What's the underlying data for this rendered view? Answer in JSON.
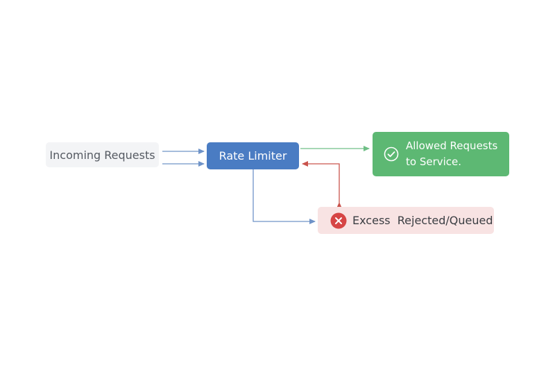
{
  "diagram": {
    "nodes": {
      "incoming": {
        "label": "Incoming Requests"
      },
      "limiter": {
        "label": "Rate Limiter"
      },
      "allowed": {
        "label": "Allowed Requests\nto Service.",
        "icon": "check-circle-icon"
      },
      "rejected": {
        "label": "Excess  Rejected/Queued",
        "icon": "x-circle-icon"
      }
    },
    "colors": {
      "incoming_bg": "#f3f4f6",
      "limiter_bg": "#4a7cc3",
      "allowed_bg": "#5db873",
      "rejected_bg": "#f8e3e3",
      "reject_icon": "#d64545",
      "blue_arrow": "#6f93c8",
      "green_arrow": "#6fbf86",
      "red_arrow": "#c9534c"
    }
  }
}
